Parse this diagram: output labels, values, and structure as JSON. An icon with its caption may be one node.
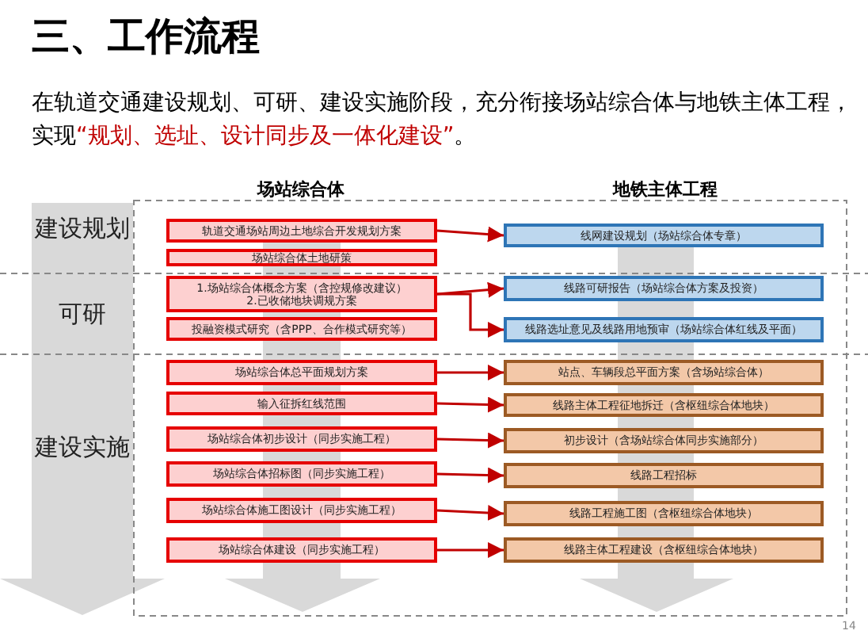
{
  "diagram": {
    "title": "三、工作流程",
    "nodes": [
      {
        "text": [
          "轨道交通场站周边土地综合开发规划方案"
        ]
      },
      {
        "text": [
          "场站综合体土地研策"
        ]
      },
      {
        "text": [
          "1.场站综合体概念方案（含控规修改建议）",
          "2.已收储地块调规方案"
        ]
      },
      {
        "text": [
          "投融资模式研究（含PPP、合作模式研究等）"
        ]
      },
      {
        "text": [
          "场站综合体总平面规划方案"
        ]
      },
      {
        "text": [
          "输入征拆红线范围"
        ]
      },
      {
        "text": [
          "场站综合体初步设计（同步实施工程）"
        ]
      },
      {
        "text": [
          "场站综合体招标图（同步实施工程）"
        ]
      },
      {
        "text": [
          "场站综合体施工图设计（同步实施工程）"
        ]
      },
      {
        "text": [
          "场站综合体建设（同步实施工程）"
        ]
      },
      {
        "text": [
          "线网建设规划（场站综合体专章）"
        ]
      },
      {
        "text": [
          "线路可研报告（场站综合体方案及投资）"
        ]
      },
      {
        "text": [
          "线路选址意见及线路用地预审（场站综合体红线及平面）"
        ]
      },
      {
        "text": [
          "站点、车辆段总平面方案（含场站综合体）"
        ]
      },
      {
        "text": [
          "线路主体工程征地拆迁（含枢纽综合体地块）"
        ]
      },
      {
        "text": [
          "初步设计（含场站综合体同步实施部分）"
        ]
      },
      {
        "text": [
          "线路工程招标"
        ]
      },
      {
        "text": [
          "线路工程施工图（含枢纽综合体地块）"
        ]
      },
      {
        "text": [
          "线路主体工程建设（含枢纽综合体地块）"
        ]
      }
    ],
    "edges": [
      {
        "from": 0,
        "to": 10,
        "arrow": "to"
      },
      {
        "from": 2,
        "to": 11,
        "arrow": "to"
      },
      {
        "from": 2,
        "to": 12,
        "arrow": "to"
      },
      {
        "from": 4,
        "to": 13,
        "arrow": "to"
      },
      {
        "from": 5,
        "to": 14,
        "arrow": "to"
      },
      {
        "from": 6,
        "to": 15,
        "arrow": "to"
      },
      {
        "from": 7,
        "to": 16,
        "arrow": "to"
      },
      {
        "from": 8,
        "to": 17,
        "arrow": "to"
      },
      {
        "from": 9,
        "to": 18,
        "arrow": "to"
      }
    ],
    "labels": [
      "在轨道交通建设规划、可研、建设实施阶段，充分衔接场站综合体与地铁主体工程，实现",
      "“规划、选址、设计同步及一体化建设”",
      "。",
      "场站综合体",
      "地铁主体工程",
      "建设规划",
      "可研",
      "建设实施",
      "14"
    ]
  }
}
